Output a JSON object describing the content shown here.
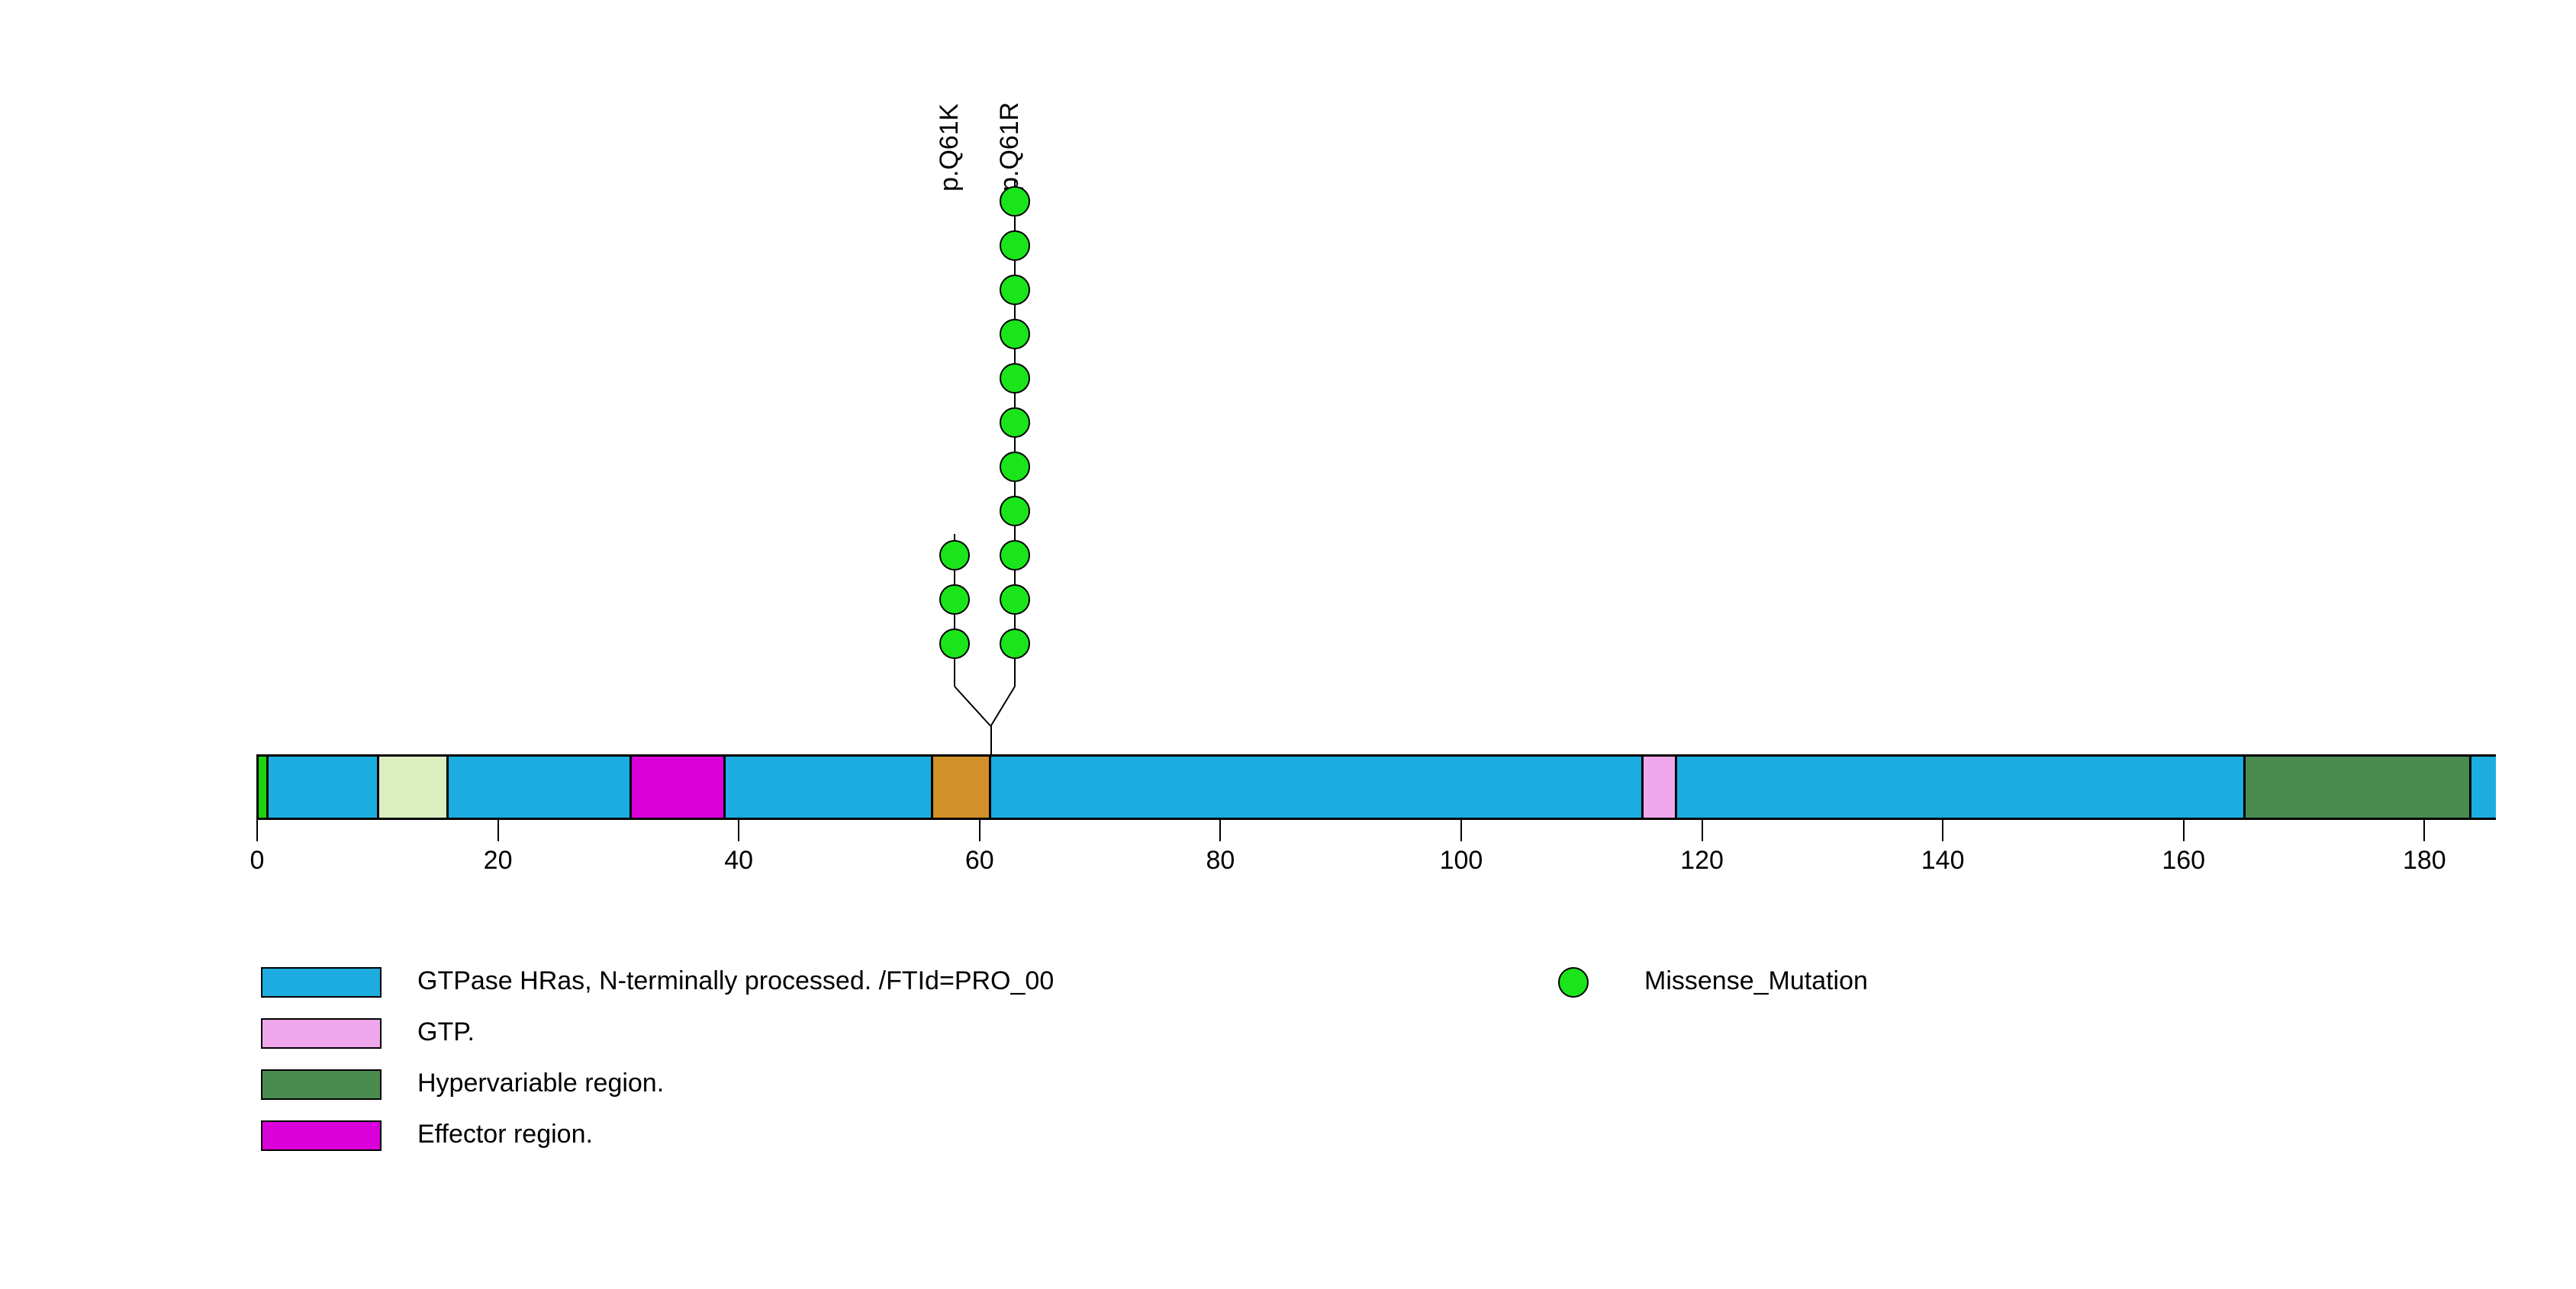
{
  "chart_data": {
    "type": "lollipop",
    "title": "",
    "xlabel": "",
    "ylabel": "",
    "xlim": [
      0,
      186
    ],
    "protein_length": 186,
    "axis_ticks": [
      0,
      20,
      40,
      60,
      80,
      100,
      120,
      140,
      160,
      180
    ],
    "axis_tick_labels": [
      "0",
      "20",
      "40",
      "60",
      "80",
      "100",
      "120",
      "140",
      "160",
      "180"
    ],
    "grid": false,
    "bar_base_color": "#1cacdf",
    "domains": [
      {
        "name": "n-terminal-marker",
        "label": "",
        "start": 0,
        "end": 1,
        "color": "#1fd40a"
      },
      {
        "name": "gtpase-hras-main",
        "label": "GTPase HRas, N-terminally processed. /FTId=PRO_00",
        "start": 1,
        "end": 10,
        "color": "#1cacdf"
      },
      {
        "name": "light-green-region",
        "label": "",
        "start": 10,
        "end": 16,
        "color": "#daeec0"
      },
      {
        "name": "gtpase-hras-main-2",
        "label": "GTPase HRas, N-terminally processed. /FTId=PRO_00",
        "start": 16,
        "end": 31,
        "color": "#1cacdf"
      },
      {
        "name": "effector-region",
        "label": "Effector region.",
        "start": 31,
        "end": 39,
        "color": "#da00da"
      },
      {
        "name": "gtpase-hras-main-3",
        "label": "GTPase HRas, N-terminally processed. /FTId=PRO_00",
        "start": 39,
        "end": 56,
        "color": "#1cacdf"
      },
      {
        "name": "orange-region",
        "label": "",
        "start": 56,
        "end": 61,
        "color": "#d2902a"
      },
      {
        "name": "gtpase-hras-main-4",
        "label": "GTPase HRas, N-terminally processed. /FTId=PRO_00",
        "start": 61,
        "end": 115,
        "color": "#1cacdf"
      },
      {
        "name": "gtp-region",
        "label": "GTP.",
        "start": 115,
        "end": 118,
        "color": "#f0a8ec"
      },
      {
        "name": "gtpase-hras-main-5",
        "label": "GTPase HRas, N-terminally processed. /FTId=PRO_00",
        "start": 118,
        "end": 165,
        "color": "#1cacdf"
      },
      {
        "name": "hypervariable-region",
        "label": "Hypervariable region.",
        "start": 165,
        "end": 184,
        "color": "#4a8b4f"
      },
      {
        "name": "gtpase-hras-main-6",
        "label": "GTPase HRas, N-terminally processed. /FTId=PRO_00",
        "start": 184,
        "end": 186,
        "color": "#1cacdf"
      }
    ],
    "mutations": [
      {
        "label": "p.Q61K",
        "position": 61,
        "count": 3,
        "type": "Missense_Mutation",
        "color": "#1ae51a",
        "stack_x": 58
      },
      {
        "label": "p.Q61R",
        "position": 61,
        "count": 11,
        "type": "Missense_Mutation",
        "color": "#1ae51a",
        "stack_x": 63
      }
    ]
  },
  "domain_legend": {
    "items": [
      {
        "label": "GTPase HRas, N-terminally processed. /FTId=PRO_00",
        "color": "#1cacdf"
      },
      {
        "label": "GTP.",
        "color": "#f0a8ec"
      },
      {
        "label": "Hypervariable region.",
        "color": "#4a8b4f"
      },
      {
        "label": "Effector region.",
        "color": "#da00da"
      }
    ]
  },
  "mutation_legend": {
    "items": [
      {
        "label": "Missense_Mutation",
        "color": "#1ae51a"
      }
    ]
  }
}
